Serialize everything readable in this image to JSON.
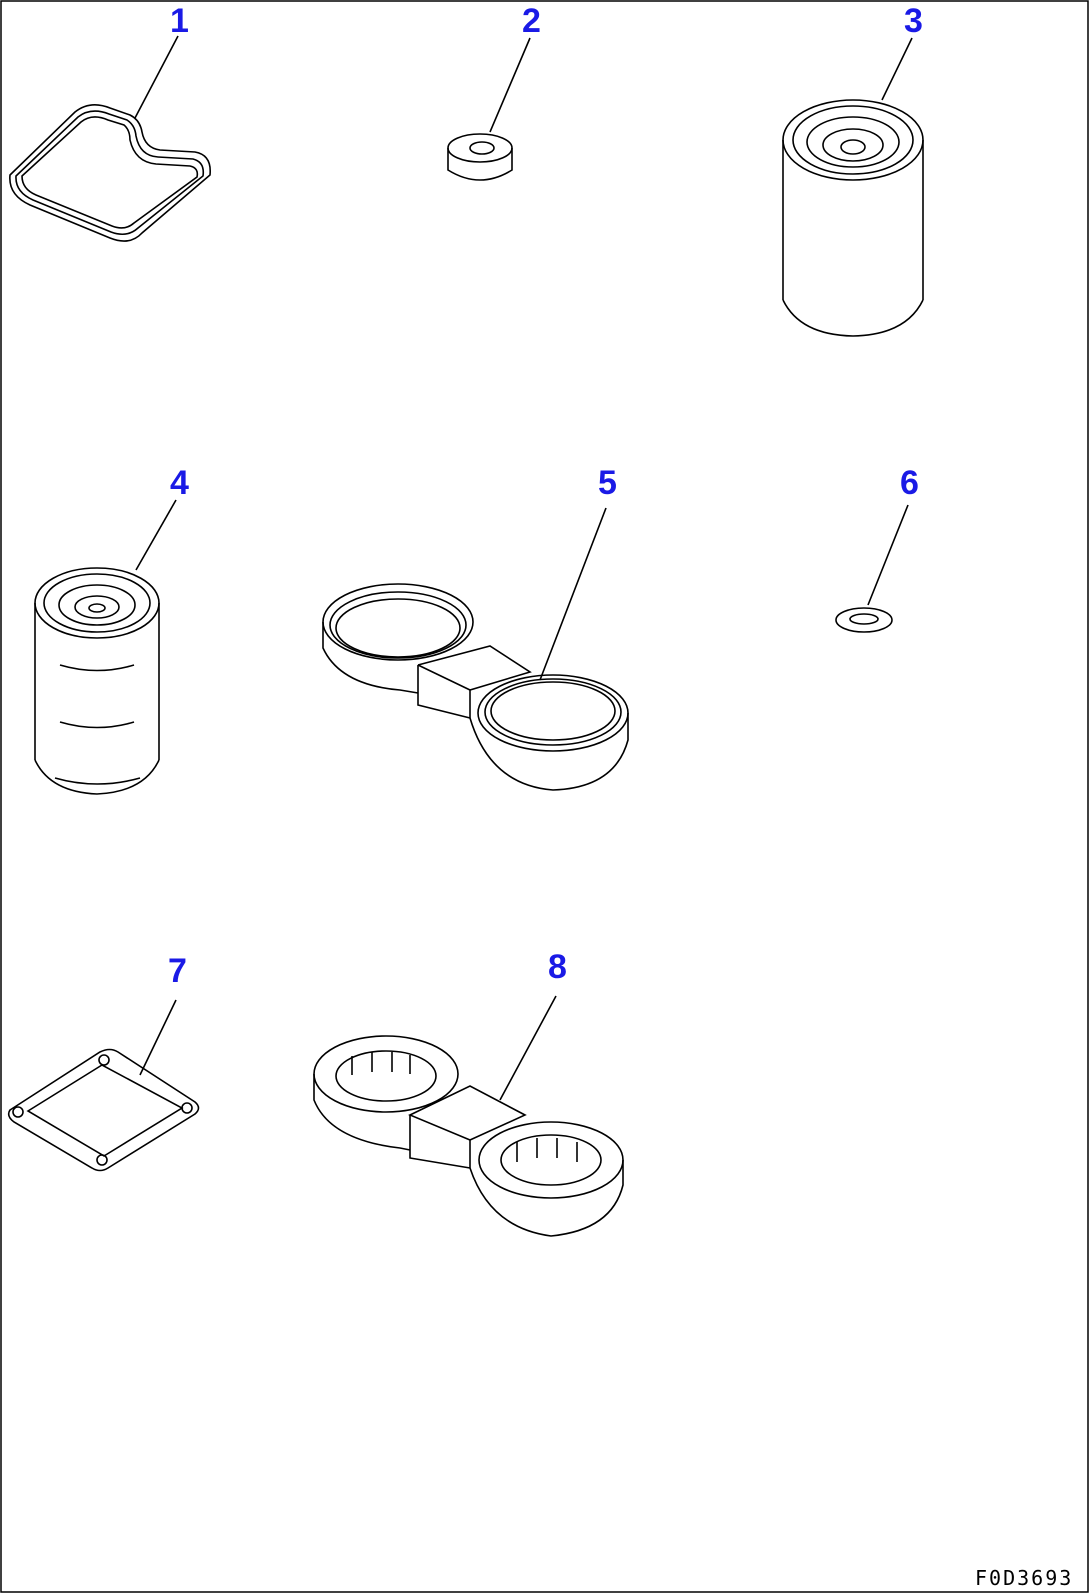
{
  "diagram": {
    "callouts": [
      {
        "number": "1",
        "part": "gasket"
      },
      {
        "number": "2",
        "part": "bushing"
      },
      {
        "number": "3",
        "part": "filter-cartridge-large"
      },
      {
        "number": "4",
        "part": "filter-cartridge-small"
      },
      {
        "number": "5",
        "part": "filter-wrench-large"
      },
      {
        "number": "6",
        "part": "washer"
      },
      {
        "number": "7",
        "part": "plate-gasket"
      },
      {
        "number": "8",
        "part": "filter-wrench-small"
      }
    ],
    "drawing_code": "F0D3693",
    "colors": {
      "callout": "#1a1ae6",
      "line": "#000000",
      "background": "#ffffff"
    }
  }
}
